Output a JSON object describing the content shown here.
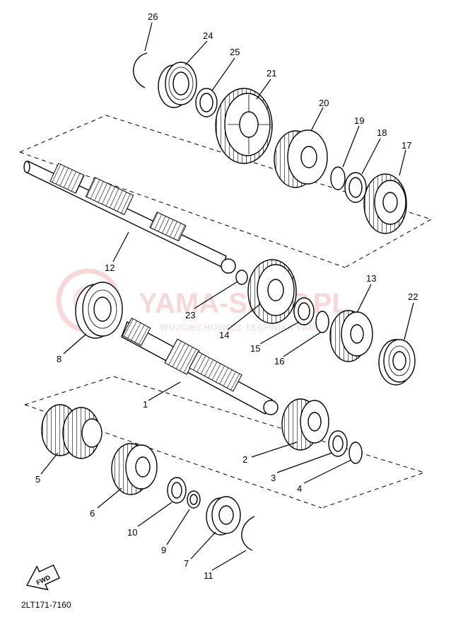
{
  "watermark": {
    "main_text": "YAMA-SHOP.PL",
    "sub_text": "WOJCIECHOWICZ  TECHNIKA YAMAHA"
  },
  "diagram_code": "2LT171-7160",
  "fwd_label": "FWD",
  "callouts": {
    "c1": "1",
    "c2": "2",
    "c3": "3",
    "c4": "4",
    "c5": "5",
    "c6": "6",
    "c7": "7",
    "c8": "8",
    "c9": "9",
    "c10": "10",
    "c11": "11",
    "c12": "12",
    "c13": "13",
    "c14": "14",
    "c15": "15",
    "c16": "16",
    "c17": "17",
    "c18": "18",
    "c19": "19",
    "c20": "20",
    "c21": "21",
    "c22": "22",
    "c23": "23",
    "c24": "24",
    "c25": "25",
    "c26": "26"
  }
}
